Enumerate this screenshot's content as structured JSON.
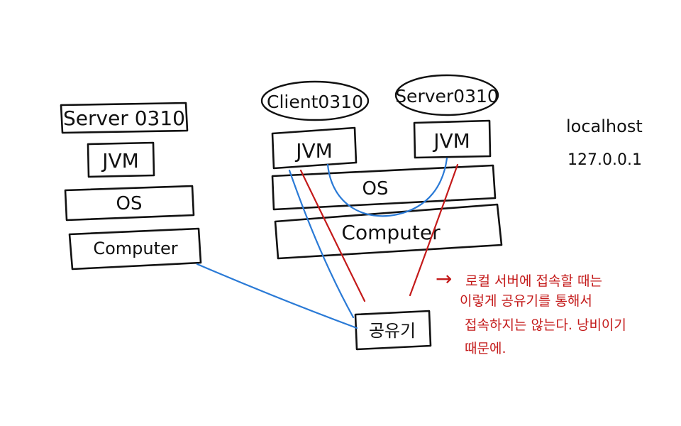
{
  "left_stack": {
    "server_label": "Server 0310",
    "jvm_label": "JVM",
    "os_label": "OS",
    "computer_label": "Computer"
  },
  "right_stack": {
    "client_label": "Client0310",
    "server_label": "Server0310",
    "jvm_client_label": "JVM",
    "jvm_server_label": "JVM",
    "os_label": "OS",
    "computer_label": "Computer"
  },
  "router_label": "공유기",
  "side_labels": {
    "localhost": "localhost",
    "ip": "127.0.0.1"
  },
  "note": {
    "arrow": "→",
    "lines": [
      "로컬 서버에 접속할 때는",
      "이렇게 공유기를 통해서",
      "접속하지는 않는다. 낭비이기",
      "때문에."
    ]
  },
  "colors": {
    "ink": "#111111",
    "blue": "#2a7ad6",
    "red": "#c41a1a"
  }
}
